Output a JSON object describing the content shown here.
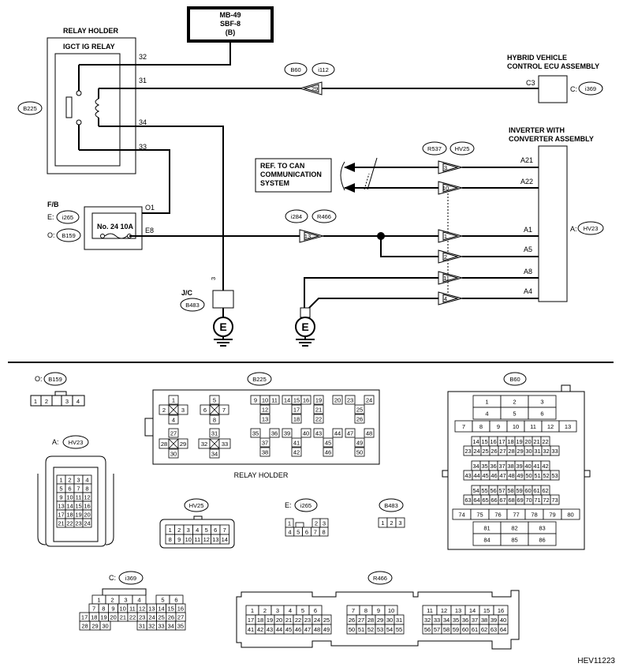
{
  "top_connector": {
    "line1": "MB-49",
    "line2": "SBF-8",
    "line3": "(B)"
  },
  "relay_holder": {
    "title": "RELAY HOLDER",
    "relay_name": "IGCT IG RELAY",
    "tag": "B225",
    "pins": [
      "32",
      "31",
      "34",
      "33"
    ]
  },
  "connector_tags": {
    "b60": "B60",
    "i112": "i112",
    "r537": "R537",
    "hv25": "HV25",
    "i284": "i284",
    "r466": "R466"
  },
  "inline_pins": {
    "p29": "29",
    "p3": "3",
    "p10": "10",
    "p13": "13",
    "p1": "1",
    "p2": "2",
    "p11": "11",
    "p4": "4"
  },
  "hv_ecu": {
    "line1": "HYBRID VEHICLE",
    "line2": "CONTROL ECU ASSEMBLY",
    "pin": "C3",
    "label": "C:",
    "tag": "i369"
  },
  "inverter": {
    "line1": "INVERTER WITH",
    "line2": "CONVERTER ASSEMBLY",
    "label": "A:",
    "tag": "HV23",
    "pins": [
      "A21",
      "A22",
      "A1",
      "A5",
      "A8",
      "A4"
    ]
  },
  "can_ref": {
    "line1": "REF. TO CAN",
    "line2": "COMMUNICATION",
    "line3": "SYSTEM"
  },
  "fuse_box": {
    "title": "F/B",
    "e_label": "E:",
    "e_tag": "i265",
    "o_label": "O:",
    "o_tag": "B159",
    "fuse": "No. 24 10A",
    "pin_o": "O1",
    "pin_e": "E8"
  },
  "jc": {
    "title": "J/C",
    "tag": "B483",
    "pin": "3"
  },
  "ground_letter": "E",
  "connectors": {
    "b159": {
      "label": "O:",
      "tag": "B159",
      "pins": [
        "1",
        "2",
        "3",
        "4"
      ]
    },
    "hv23": {
      "label": "A:",
      "tag": "HV23",
      "rows": [
        [
          "1",
          "2",
          "3",
          "4"
        ],
        [
          "5",
          "6",
          "7",
          "8"
        ],
        [
          "9",
          "10",
          "11",
          "12"
        ],
        [
          "13",
          "14",
          "15",
          "16"
        ],
        [
          "17",
          "18",
          "19",
          "20"
        ],
        [
          "21",
          "22",
          "23",
          "24"
        ]
      ]
    },
    "b225": {
      "tag": "B225",
      "caption": "RELAY HOLDER",
      "r1": [
        "9",
        "10",
        "11",
        "14",
        "15",
        "16",
        "19",
        "20",
        "23",
        "24"
      ],
      "r2": [
        "12",
        "17",
        "21",
        "25"
      ],
      "r3": [
        "13",
        "18",
        "22",
        "26"
      ],
      "r4": [
        "35",
        "36",
        "39",
        "40",
        "43",
        "44",
        "47",
        "48"
      ],
      "r5": [
        "37",
        "41",
        "45",
        "49"
      ],
      "r6": [
        "38",
        "42",
        "46",
        "50"
      ],
      "relay_pins": [
        "1",
        "2",
        "3",
        "4",
        "5",
        "6",
        "7",
        "8",
        "27",
        "28",
        "29",
        "30",
        "31",
        "32",
        "33",
        "34"
      ]
    },
    "hv25": {
      "tag": "HV25",
      "rows": [
        [
          "1",
          "2",
          "3",
          "4",
          "5",
          "6",
          "7"
        ],
        [
          "8",
          "9",
          "10",
          "11",
          "12",
          "13",
          "14"
        ]
      ]
    },
    "i265": {
      "label": "E:",
      "tag": "i265",
      "rows": [
        [
          "1",
          "2",
          "3"
        ],
        [
          "4",
          "5",
          "6",
          "7",
          "8"
        ]
      ]
    },
    "b483": {
      "tag": "B483",
      "pins": [
        "1",
        "2",
        "3"
      ]
    },
    "b60": {
      "tag": "B60",
      "big1": [
        "1",
        "2",
        "3"
      ],
      "big2": [
        "4",
        "5",
        "6"
      ],
      "big3": [
        "7",
        "8",
        "9",
        "10",
        "11",
        "12",
        "13"
      ],
      "g1": [
        "14",
        "15",
        "16",
        "17",
        "18",
        "19",
        "20",
        "21",
        "22"
      ],
      "g2": [
        "23",
        "24",
        "25",
        "26",
        "27",
        "28",
        "29",
        "30",
        "31",
        "32",
        "33"
      ],
      "g3": [
        "34",
        "35",
        "36",
        "37",
        "38",
        "39",
        "40",
        "41",
        "42"
      ],
      "g4": [
        "43",
        "44",
        "45",
        "46",
        "47",
        "48",
        "49",
        "50",
        "51",
        "52",
        "53"
      ],
      "g5": [
        "54",
        "55",
        "56",
        "57",
        "58",
        "59",
        "60",
        "61",
        "62"
      ],
      "g6": [
        "63",
        "64",
        "65",
        "66",
        "67",
        "68",
        "69",
        "70",
        "71",
        "72",
        "73"
      ],
      "big4": [
        "74",
        "75",
        "76",
        "77",
        "78",
        "79",
        "80"
      ],
      "big5": [
        "81",
        "82",
        "83"
      ],
      "big6": [
        "84",
        "85",
        "86"
      ]
    },
    "i369": {
      "label": "C:",
      "tag": "i369",
      "r1": [
        "1",
        "2",
        "3",
        "4",
        "5",
        "6"
      ],
      "r2": [
        "7",
        "8",
        "9",
        "10",
        "11",
        "12",
        "13",
        "14",
        "15",
        "16"
      ],
      "r3": [
        "17",
        "18",
        "19",
        "20",
        "21",
        "22",
        "23",
        "24",
        "25",
        "26",
        "27"
      ],
      "r4": [
        "28",
        "29",
        "30",
        "31",
        "32",
        "33",
        "34",
        "35"
      ]
    },
    "r466": {
      "tag": "R466",
      "a1": [
        "1",
        "2",
        "3",
        "4",
        "5",
        "6"
      ],
      "a2": [
        "17",
        "18",
        "19",
        "20",
        "21",
        "22",
        "23",
        "24",
        "25"
      ],
      "a3": [
        "41",
        "42",
        "43",
        "44",
        "45",
        "46",
        "47",
        "48",
        "49"
      ],
      "b1": [
        "7",
        "8",
        "9",
        "10"
      ],
      "b2": [
        "26",
        "27",
        "28",
        "29",
        "30",
        "31"
      ],
      "b3": [
        "50",
        "51",
        "52",
        "53",
        "54",
        "55"
      ],
      "c1": [
        "11",
        "12",
        "13",
        "14",
        "15",
        "16"
      ],
      "c2": [
        "32",
        "33",
        "34",
        "35",
        "36",
        "37",
        "38",
        "39",
        "40"
      ],
      "c3": [
        "56",
        "57",
        "58",
        "59",
        "60",
        "61",
        "62",
        "63",
        "64"
      ]
    }
  },
  "figure_code": "HEV11223"
}
